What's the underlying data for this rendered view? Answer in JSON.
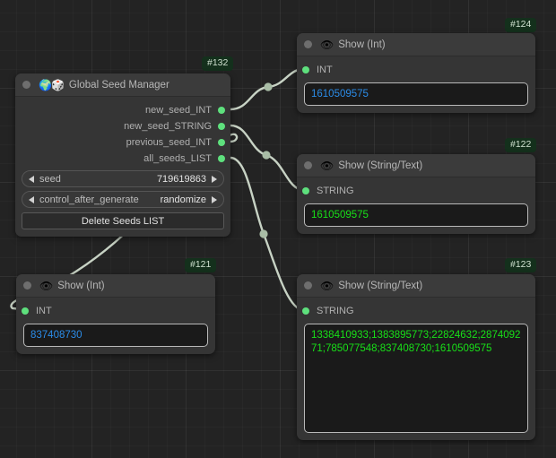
{
  "canvas": {
    "background": "#232323",
    "grid_color": "#2b2b2b",
    "link_color": "#c7d2c4"
  },
  "nodes": [
    {
      "id": "#132",
      "title": "Global Seed Manager",
      "icons": [
        "globe-emoji",
        "dice-emoji"
      ],
      "emoji": "🌍🎲",
      "outputs": [
        {
          "label": "new_seed_INT",
          "color": "#5ee07d"
        },
        {
          "label": "new_seed_STRING",
          "color": "#5ee07d"
        },
        {
          "label": "previous_seed_INT",
          "color": "#5ee07d"
        },
        {
          "label": "all_seeds_LIST",
          "color": "#5ee07d"
        }
      ],
      "widgets": [
        {
          "type": "stepper",
          "label": "seed",
          "value": "719619863"
        },
        {
          "type": "stepper",
          "label": "control_after_generate",
          "value": "randomize"
        },
        {
          "type": "button",
          "label": "Delete Seeds LIST"
        }
      ]
    },
    {
      "id": "#124",
      "title": "Show (Int)",
      "icons": [
        "eye-emoji"
      ],
      "emoji": "👁",
      "input": {
        "label": "INT",
        "color": "#5ee07d"
      },
      "value": "1610509575",
      "value_type": "int",
      "value_color": "#2b8ce8"
    },
    {
      "id": "#122",
      "title": "Show (String/Text)",
      "icons": [
        "eye-emoji"
      ],
      "emoji": "👁",
      "input": {
        "label": "STRING",
        "color": "#5ee07d"
      },
      "value": "1610509575",
      "value_type": "string",
      "value_color": "#18e018"
    },
    {
      "id": "#123",
      "title": "Show (String/Text)",
      "icons": [
        "eye-emoji"
      ],
      "emoji": "👁",
      "input": {
        "label": "STRING",
        "color": "#5ee07d"
      },
      "value": "1338410933;1383895773;22824632;287409271;785077548;837408730;1610509575",
      "value_type": "string",
      "value_color": "#18e018"
    },
    {
      "id": "#121",
      "title": "Show (Int)",
      "icons": [
        "eye-emoji"
      ],
      "emoji": "👁",
      "input": {
        "label": "INT",
        "color": "#5ee07d"
      },
      "value": "837408730",
      "value_type": "int",
      "value_color": "#2b8ce8"
    }
  ]
}
